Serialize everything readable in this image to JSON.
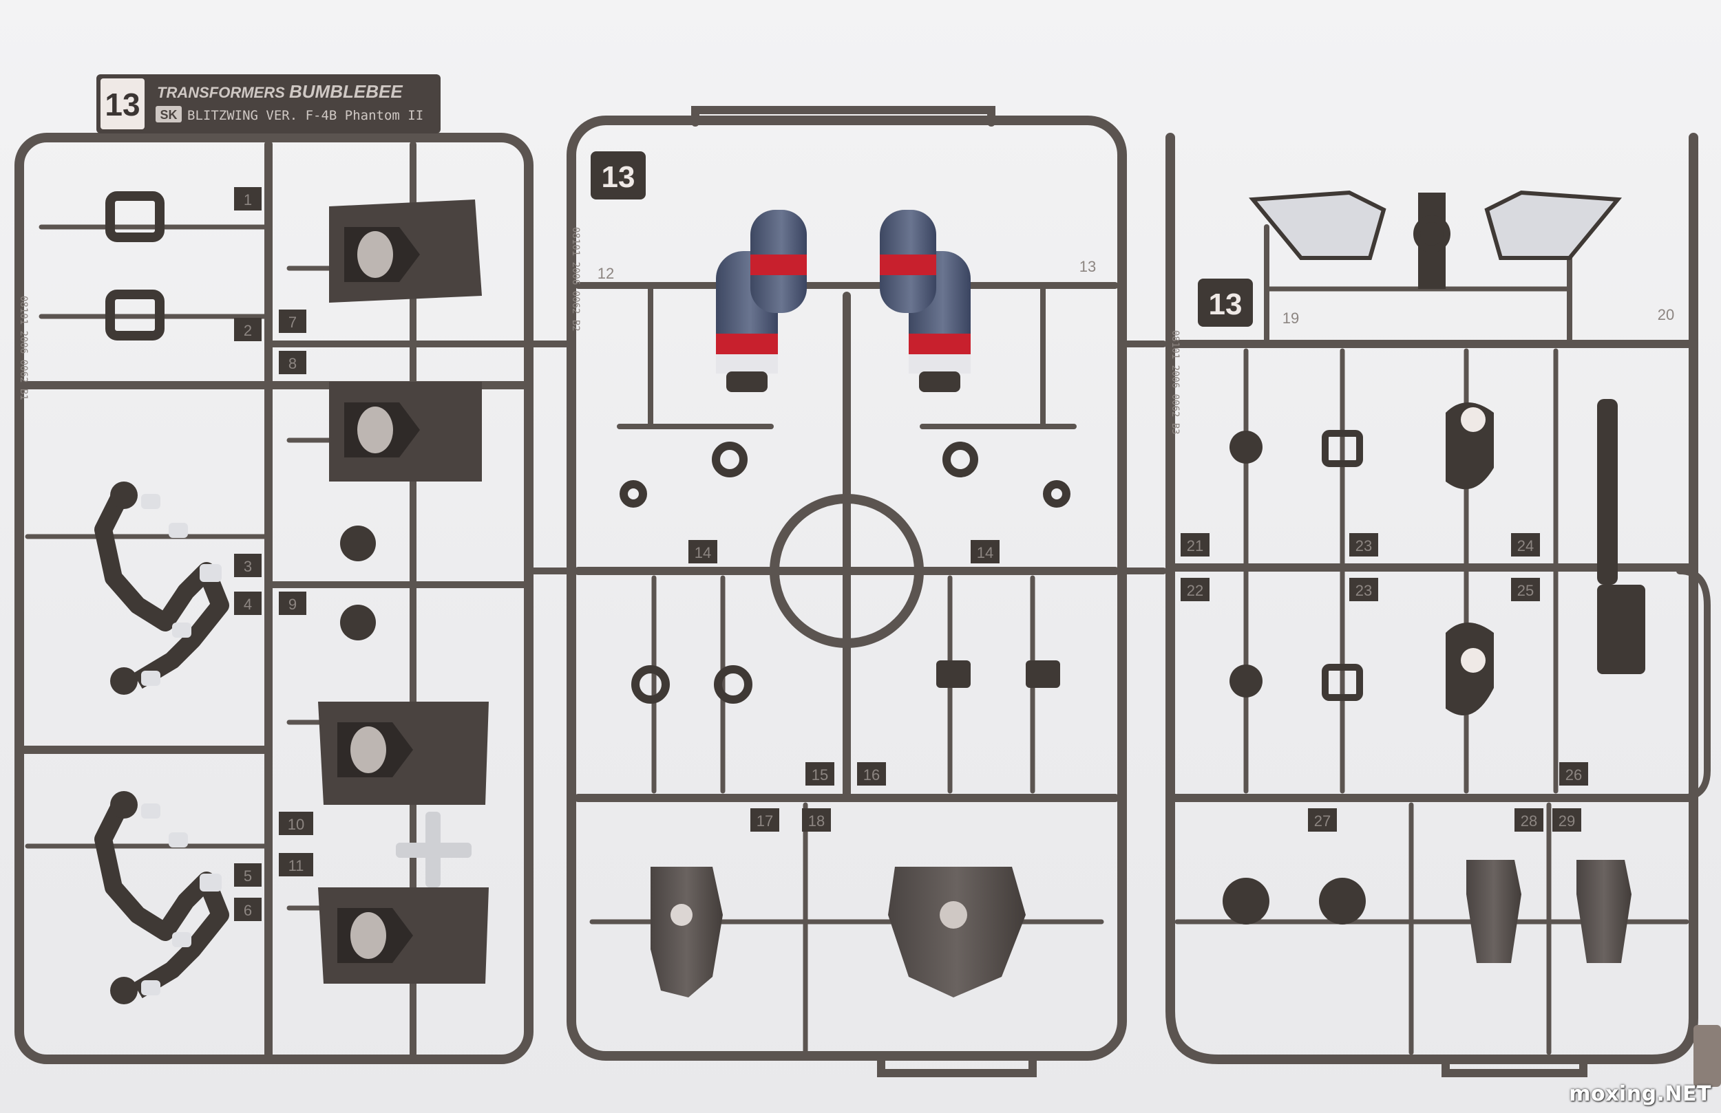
{
  "header_tag": {
    "badge": "13",
    "brand": "TRANSFORMERS",
    "subbrand": "BUMBLEBEE",
    "sk": "SK",
    "model": "BLITZWING VER. F-4B Phantom II"
  },
  "frame_badges": [
    "13",
    "13"
  ],
  "part_numbers": {
    "left": [
      "1",
      "2",
      "3",
      "4",
      "5",
      "6",
      "7",
      "8",
      "9",
      "10",
      "11"
    ],
    "middle": [
      "12",
      "13",
      "14",
      "14",
      "15",
      "16",
      "17",
      "18"
    ],
    "right": [
      "19",
      "20",
      "21",
      "22",
      "23",
      "23",
      "24",
      "25",
      "26",
      "27",
      "28",
      "29"
    ]
  },
  "spine_codes": [
    "08101 2006 0062 B1",
    "08101 2006 0062 B2",
    "08101 2006 0062 B3"
  ],
  "watermark": "moxing.NET",
  "colors": {
    "plastic": "#5b5450",
    "plastic_dark": "#3f3935",
    "grey_parts": "#d9dadf",
    "blue_parts": "#55607a",
    "red_band": "#c8202d",
    "background": "#eeeef0"
  }
}
